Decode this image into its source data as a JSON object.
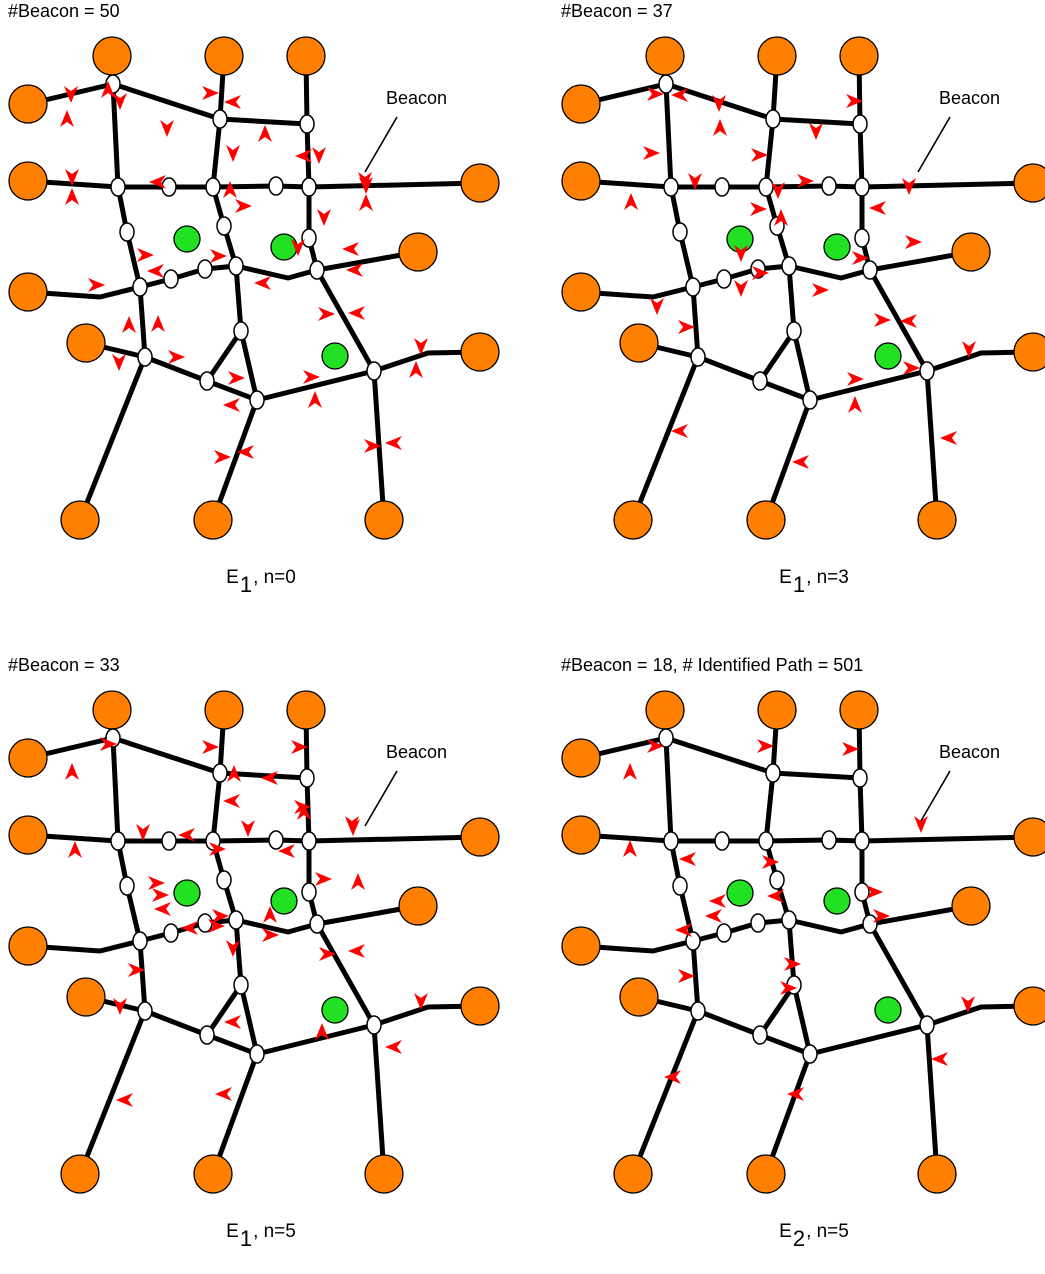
{
  "figure": {
    "colors": {
      "road": "#000000",
      "leaf_node": "#ff8000",
      "inner_node": "#ffffff",
      "zone_node": "#22e122",
      "beacon": "#ff0000"
    },
    "callout_label": "Beacon",
    "panels": [
      {
        "header": "#Beacon = 50",
        "caption": {
          "base": "E",
          "sub": "1",
          "rest": ", n=0"
        },
        "beacons": [
          [
            71,
            94,
            "D"
          ],
          [
            67,
            119,
            "U"
          ],
          [
            108,
            90,
            "U"
          ],
          [
            120,
            101,
            "D"
          ],
          [
            210,
            93,
            "R"
          ],
          [
            233,
            102,
            "L"
          ],
          [
            167,
            128,
            "D"
          ],
          [
            265,
            134,
            "U"
          ],
          [
            72,
            177,
            "D"
          ],
          [
            72,
            197,
            "U"
          ],
          [
            158,
            182,
            "L"
          ],
          [
            233,
            153,
            "D"
          ],
          [
            230,
            190,
            "U"
          ],
          [
            243,
            206,
            "R"
          ],
          [
            304,
            156,
            "L"
          ],
          [
            319,
            155,
            "D"
          ],
          [
            365,
            180,
            "D"
          ],
          [
            366,
            203,
            "U"
          ],
          [
            324,
            217,
            "D"
          ],
          [
            145,
            255,
            "R"
          ],
          [
            156,
            271,
            "L"
          ],
          [
            218,
            256,
            "R"
          ],
          [
            263,
            283,
            "L"
          ],
          [
            298,
            247,
            "D"
          ],
          [
            351,
            249,
            "L"
          ],
          [
            355,
            270,
            "L"
          ],
          [
            96,
            285,
            "R"
          ],
          [
            129,
            325,
            "U"
          ],
          [
            158,
            324,
            "U"
          ],
          [
            326,
            314,
            "R"
          ],
          [
            357,
            313,
            "L"
          ],
          [
            119,
            362,
            "D"
          ],
          [
            176,
            357,
            "R"
          ],
          [
            236,
            378,
            "R"
          ],
          [
            232,
            405,
            "L"
          ],
          [
            311,
            377,
            "R"
          ],
          [
            315,
            400,
            "U"
          ],
          [
            421,
            346,
            "D"
          ],
          [
            416,
            370,
            "U"
          ],
          [
            372,
            446,
            "R"
          ],
          [
            394,
            443,
            "L"
          ],
          [
            222,
            457,
            "R"
          ],
          [
            246,
            452,
            "L"
          ]
        ],
        "arrow_on_callout_road": [
          366,
          185
        ]
      },
      {
        "header": "#Beacon = 37",
        "caption": {
          "base": "E",
          "sub": "1",
          "rest": ", n=3"
        },
        "beacons": [
          [
            102,
            94,
            "R"
          ],
          [
            127,
            95,
            "L"
          ],
          [
            166,
            103,
            "D"
          ],
          [
            167,
            128,
            "U"
          ],
          [
            263,
            131,
            "D"
          ],
          [
            301,
            101,
            "R"
          ],
          [
            98,
            153,
            "R"
          ],
          [
            142,
            181,
            "D"
          ],
          [
            78,
            202,
            "U"
          ],
          [
            206,
            155,
            "R"
          ],
          [
            205,
            209,
            "R"
          ],
          [
            225,
            190,
            "D"
          ],
          [
            228,
            218,
            "U"
          ],
          [
            252,
            181,
            "R"
          ],
          [
            325,
            208,
            "L"
          ],
          [
            356,
            186,
            "D"
          ],
          [
            188,
            253,
            "D"
          ],
          [
            207,
            273,
            "R"
          ],
          [
            188,
            288,
            "D"
          ],
          [
            267,
            290,
            "R"
          ],
          [
            307,
            258,
            "R"
          ],
          [
            360,
            242,
            "R"
          ],
          [
            329,
            320,
            "R"
          ],
          [
            356,
            321,
            "L"
          ],
          [
            104,
            306,
            "D"
          ],
          [
            133,
            327,
            "R"
          ],
          [
            358,
            368,
            "R"
          ],
          [
            302,
            379,
            "R"
          ],
          [
            302,
            405,
            "U"
          ],
          [
            416,
            349,
            "D"
          ],
          [
            396,
            438,
            "L"
          ],
          [
            127,
            431,
            "L"
          ],
          [
            248,
            462,
            "L"
          ]
        ]
      },
      {
        "header": "#Beacon = 33",
        "caption": {
          "base": "E",
          "sub": "1",
          "rest": ", n=5"
        },
        "beacons": [
          [
            108,
            90,
            "R"
          ],
          [
            210,
            93,
            "R"
          ],
          [
            299,
            93,
            "R"
          ],
          [
            72,
            118,
            "U"
          ],
          [
            234,
            120,
            "U"
          ],
          [
            270,
            124,
            "L"
          ],
          [
            143,
            178,
            "D"
          ],
          [
            75,
            196,
            "U"
          ],
          [
            187,
            181,
            "L"
          ],
          [
            248,
            174,
            "D"
          ],
          [
            232,
            147,
            "L"
          ],
          [
            302,
            153,
            "R"
          ],
          [
            217,
            195,
            "R"
          ],
          [
            287,
            197,
            "L"
          ],
          [
            352,
            170,
            "D"
          ],
          [
            156,
            229,
            "R"
          ],
          [
            160,
            241,
            "R"
          ],
          [
            163,
            255,
            "L"
          ],
          [
            190,
            274,
            "L"
          ],
          [
            216,
            272,
            "R"
          ],
          [
            220,
            262,
            "R"
          ],
          [
            233,
            294,
            "D"
          ],
          [
            270,
            281,
            "R"
          ],
          [
            270,
            261,
            "U"
          ],
          [
            323,
            225,
            "R"
          ],
          [
            358,
            228,
            "U"
          ],
          [
            327,
            300,
            "R"
          ],
          [
            357,
            297,
            "L"
          ],
          [
            136,
            316,
            "R"
          ],
          [
            120,
            352,
            "D"
          ],
          [
            233,
            368,
            "L"
          ],
          [
            322,
            378,
            "U"
          ],
          [
            421,
            347,
            "D"
          ],
          [
            394,
            393,
            "L"
          ],
          [
            125,
            446,
            "L"
          ],
          [
            224,
            440,
            "L"
          ],
          [
            304,
            158,
            "U"
          ]
        ],
        "arrow_on_callout_road": [
          353,
          173
        ]
      },
      {
        "header": "#Beacon = 18, # Identified Path = 501",
        "caption": {
          "base": "E",
          "sub": "2",
          "rest": ", n=5"
        },
        "beacons": [
          [
            102,
            92,
            "R"
          ],
          [
            212,
            92,
            "R"
          ],
          [
            297,
            95,
            "R"
          ],
          [
            77,
            118,
            "U"
          ],
          [
            77,
            195,
            "U"
          ],
          [
            135,
            205,
            "L"
          ],
          [
            217,
            208,
            "R"
          ],
          [
            223,
            242,
            "L"
          ],
          [
            131,
            276,
            "L"
          ],
          [
            161,
            262,
            "L"
          ],
          [
            165,
            247,
            "L"
          ],
          [
            321,
            238,
            "R"
          ],
          [
            328,
            262,
            "R"
          ],
          [
            133,
            322,
            "R"
          ],
          [
            235,
            334,
            "R"
          ],
          [
            239,
            310,
            "R"
          ],
          [
            415,
            350,
            "D"
          ],
          [
            387,
            405,
            "L"
          ],
          [
            120,
            423,
            "L"
          ],
          [
            243,
            440,
            "L"
          ]
        ],
        "arrow_on_callout_road": [
          368,
          170
        ]
      }
    ]
  }
}
